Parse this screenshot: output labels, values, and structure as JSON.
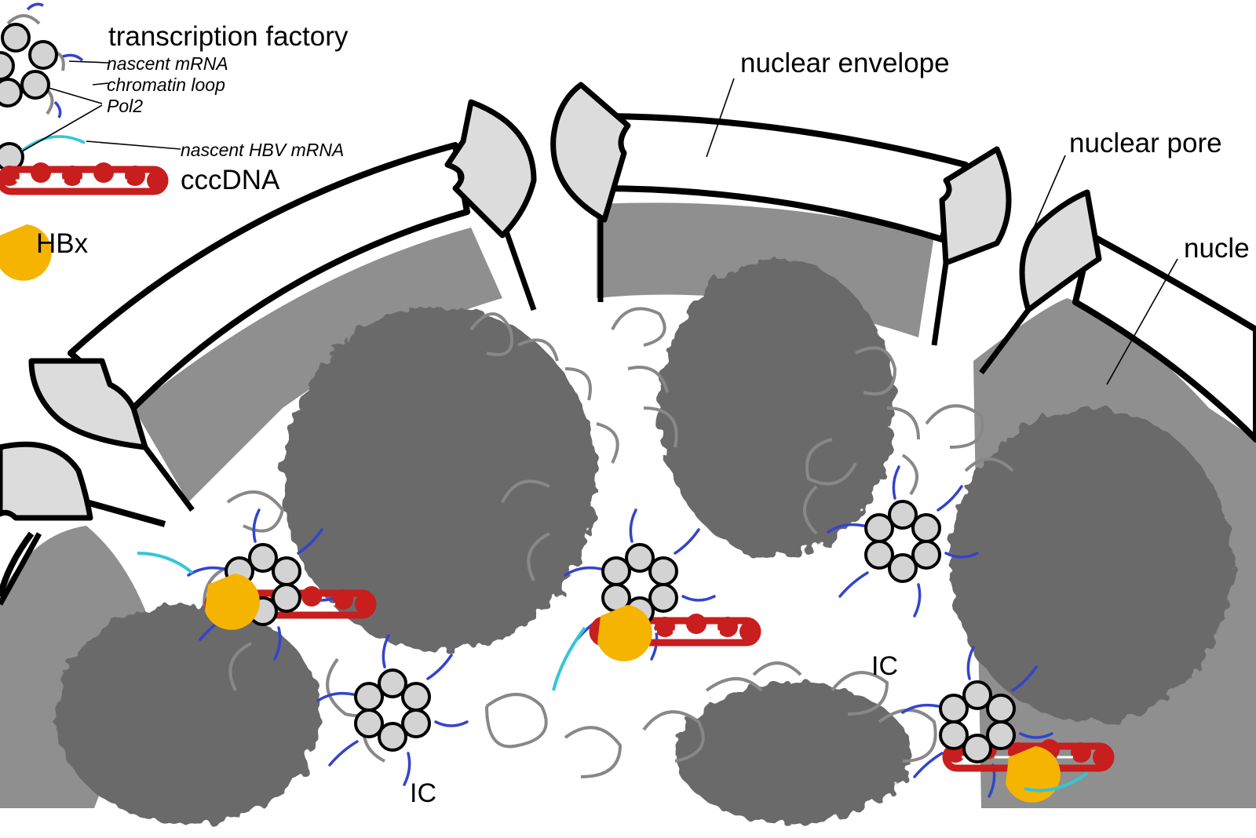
{
  "labels": {
    "transcription_factory": "transcription factory",
    "nascent_mrna": "nascent mRNA",
    "chromatin_loop": "chromatin loop",
    "pol2": "Pol2",
    "nascent_hbv_mrna": "nascent HBV mRNA",
    "cccdna": "cccDNA",
    "hbx": "HBx",
    "nuclear_envelope": "nuclear envelope",
    "nuclear_pore": "nuclear pore",
    "nucleus_cut": "nucle",
    "ic": "IC"
  },
  "colors": {
    "background": "#ffffff",
    "heterochromatin": "#6b6b6b",
    "peripheral_chromatin": "#8f8f8f",
    "chromatin_loop": "#888888",
    "pore": "#dcdcdc",
    "pol2": "#d3d3d3",
    "cccdna": "#c81e1e",
    "hbx": "#f5b400",
    "nascent_mrna": "#3344cc",
    "nascent_hbv_mrna": "#33c6d8",
    "outline": "#000000"
  }
}
